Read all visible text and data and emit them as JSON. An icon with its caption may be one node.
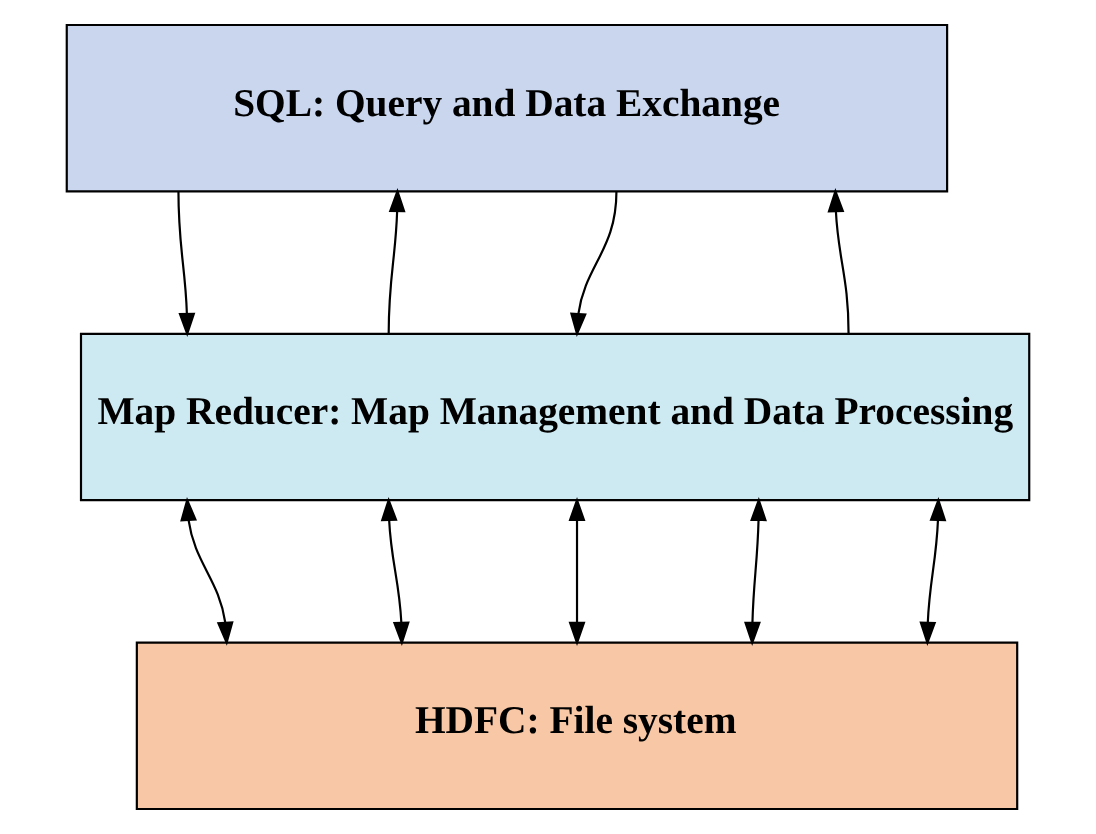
{
  "diagram": {
    "nodes": [
      {
        "text": [
          "SQL: Query and Data Exchange"
        ]
      },
      {
        "text": [
          "Map Reducer: Map Management and Data Processing"
        ]
      },
      {
        "text": [
          "HDFC: File system"
        ]
      }
    ],
    "edges": [
      {
        "from": 0,
        "to": 1,
        "arrow": "to"
      },
      {
        "from": 1,
        "to": 0,
        "arrow": "to"
      },
      {
        "from": 0,
        "to": 1,
        "arrow": "to"
      },
      {
        "from": 1,
        "to": 0,
        "arrow": "to"
      },
      {
        "from": 1,
        "to": 2,
        "arrow": "both"
      },
      {
        "from": 1,
        "to": 2,
        "arrow": "both"
      },
      {
        "from": 1,
        "to": 2,
        "arrow": "both"
      },
      {
        "from": 1,
        "to": 2,
        "arrow": "both"
      },
      {
        "from": 1,
        "to": 2,
        "arrow": "both"
      }
    ]
  }
}
